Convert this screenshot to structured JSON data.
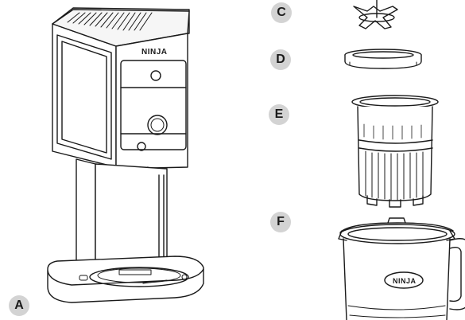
{
  "callouts": {
    "a": "A",
    "c": "C",
    "d": "D",
    "e": "E",
    "f": "F"
  },
  "brand": {
    "machine_logo": "NINJA",
    "pitcher_logo": "NINJA"
  },
  "colors": {
    "line": "#1a1a1a",
    "callout_fill": "#d3d3d3",
    "background": "#ffffff"
  }
}
